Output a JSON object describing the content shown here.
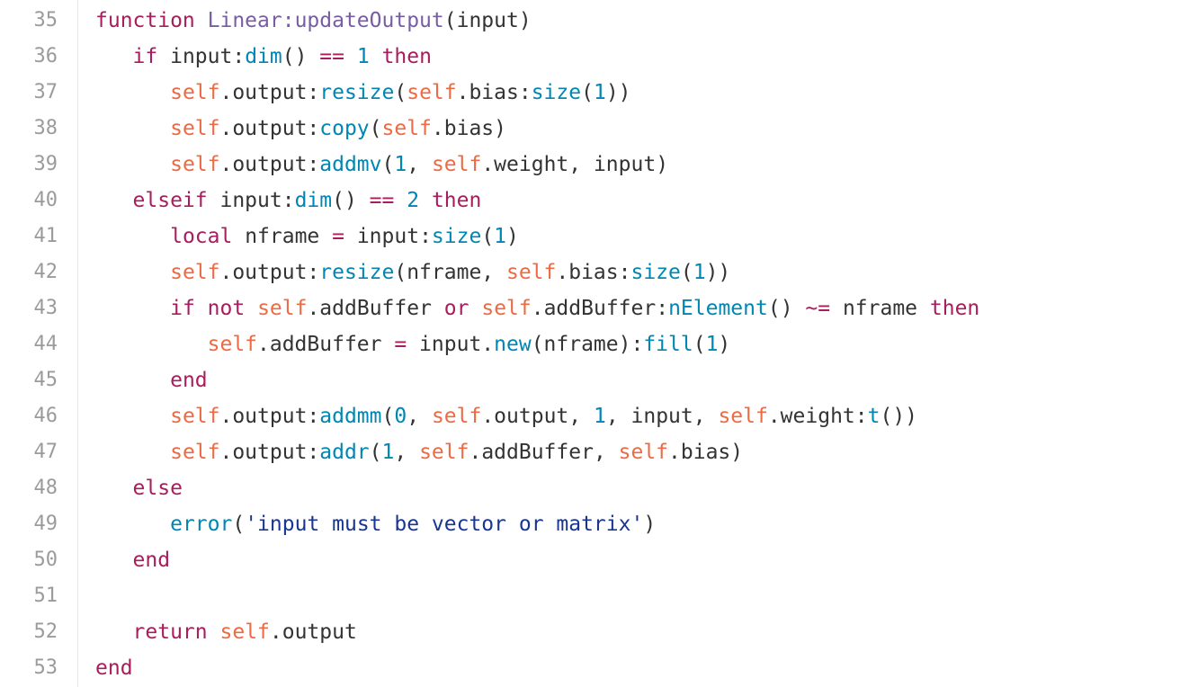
{
  "code_view": {
    "indent_unit": "   ",
    "token_colors": {
      "keyword": "#a71d5d",
      "self": "#ed6a43",
      "method": "#0086b3",
      "number": "#0086b3",
      "operator": "#a71d5d",
      "string": "#183691",
      "class": "#795da3",
      "plain": "#333333"
    },
    "lines": [
      {
        "number": "35",
        "indent": 0,
        "tokens": [
          [
            "keyword",
            "function"
          ],
          [
            "plain",
            " "
          ],
          [
            "class",
            "Linear:updateOutput"
          ],
          [
            "plain",
            "(input)"
          ]
        ]
      },
      {
        "number": "36",
        "indent": 1,
        "tokens": [
          [
            "keyword",
            "if"
          ],
          [
            "plain",
            " input:"
          ],
          [
            "method",
            "dim"
          ],
          [
            "plain",
            "() "
          ],
          [
            "operator",
            "=="
          ],
          [
            "plain",
            " "
          ],
          [
            "number",
            "1"
          ],
          [
            "plain",
            " "
          ],
          [
            "keyword",
            "then"
          ]
        ]
      },
      {
        "number": "37",
        "indent": 2,
        "tokens": [
          [
            "self",
            "self"
          ],
          [
            "plain",
            ".output:"
          ],
          [
            "method",
            "resize"
          ],
          [
            "plain",
            "("
          ],
          [
            "self",
            "self"
          ],
          [
            "plain",
            ".bias:"
          ],
          [
            "method",
            "size"
          ],
          [
            "plain",
            "("
          ],
          [
            "number",
            "1"
          ],
          [
            "plain",
            "))"
          ]
        ]
      },
      {
        "number": "38",
        "indent": 2,
        "tokens": [
          [
            "self",
            "self"
          ],
          [
            "plain",
            ".output:"
          ],
          [
            "method",
            "copy"
          ],
          [
            "plain",
            "("
          ],
          [
            "self",
            "self"
          ],
          [
            "plain",
            ".bias)"
          ]
        ]
      },
      {
        "number": "39",
        "indent": 2,
        "tokens": [
          [
            "self",
            "self"
          ],
          [
            "plain",
            ".output:"
          ],
          [
            "method",
            "addmv"
          ],
          [
            "plain",
            "("
          ],
          [
            "number",
            "1"
          ],
          [
            "plain",
            ", "
          ],
          [
            "self",
            "self"
          ],
          [
            "plain",
            ".weight, input)"
          ]
        ]
      },
      {
        "number": "40",
        "indent": 1,
        "tokens": [
          [
            "keyword",
            "elseif"
          ],
          [
            "plain",
            " input:"
          ],
          [
            "method",
            "dim"
          ],
          [
            "plain",
            "() "
          ],
          [
            "operator",
            "=="
          ],
          [
            "plain",
            " "
          ],
          [
            "number",
            "2"
          ],
          [
            "plain",
            " "
          ],
          [
            "keyword",
            "then"
          ]
        ]
      },
      {
        "number": "41",
        "indent": 2,
        "tokens": [
          [
            "keyword",
            "local"
          ],
          [
            "plain",
            " nframe "
          ],
          [
            "operator",
            "="
          ],
          [
            "plain",
            " input:"
          ],
          [
            "method",
            "size"
          ],
          [
            "plain",
            "("
          ],
          [
            "number",
            "1"
          ],
          [
            "plain",
            ")"
          ]
        ]
      },
      {
        "number": "42",
        "indent": 2,
        "tokens": [
          [
            "self",
            "self"
          ],
          [
            "plain",
            ".output:"
          ],
          [
            "method",
            "resize"
          ],
          [
            "plain",
            "(nframe, "
          ],
          [
            "self",
            "self"
          ],
          [
            "plain",
            ".bias:"
          ],
          [
            "method",
            "size"
          ],
          [
            "plain",
            "("
          ],
          [
            "number",
            "1"
          ],
          [
            "plain",
            "))"
          ]
        ]
      },
      {
        "number": "43",
        "indent": 2,
        "tokens": [
          [
            "keyword",
            "if"
          ],
          [
            "plain",
            " "
          ],
          [
            "keyword",
            "not"
          ],
          [
            "plain",
            " "
          ],
          [
            "self",
            "self"
          ],
          [
            "plain",
            ".addBuffer "
          ],
          [
            "keyword",
            "or"
          ],
          [
            "plain",
            " "
          ],
          [
            "self",
            "self"
          ],
          [
            "plain",
            ".addBuffer:"
          ],
          [
            "method",
            "nElement"
          ],
          [
            "plain",
            "() "
          ],
          [
            "operator",
            "~="
          ],
          [
            "plain",
            " nframe "
          ],
          [
            "keyword",
            "then"
          ]
        ]
      },
      {
        "number": "44",
        "indent": 3,
        "tokens": [
          [
            "self",
            "self"
          ],
          [
            "plain",
            ".addBuffer "
          ],
          [
            "operator",
            "="
          ],
          [
            "plain",
            " input."
          ],
          [
            "method",
            "new"
          ],
          [
            "plain",
            "(nframe):"
          ],
          [
            "method",
            "fill"
          ],
          [
            "plain",
            "("
          ],
          [
            "number",
            "1"
          ],
          [
            "plain",
            ")"
          ]
        ]
      },
      {
        "number": "45",
        "indent": 2,
        "tokens": [
          [
            "keyword",
            "end"
          ]
        ]
      },
      {
        "number": "46",
        "indent": 2,
        "tokens": [
          [
            "self",
            "self"
          ],
          [
            "plain",
            ".output:"
          ],
          [
            "method",
            "addmm"
          ],
          [
            "plain",
            "("
          ],
          [
            "number",
            "0"
          ],
          [
            "plain",
            ", "
          ],
          [
            "self",
            "self"
          ],
          [
            "plain",
            ".output, "
          ],
          [
            "number",
            "1"
          ],
          [
            "plain",
            ", input, "
          ],
          [
            "self",
            "self"
          ],
          [
            "plain",
            ".weight:"
          ],
          [
            "method",
            "t"
          ],
          [
            "plain",
            "())"
          ]
        ]
      },
      {
        "number": "47",
        "indent": 2,
        "tokens": [
          [
            "self",
            "self"
          ],
          [
            "plain",
            ".output:"
          ],
          [
            "method",
            "addr"
          ],
          [
            "plain",
            "("
          ],
          [
            "number",
            "1"
          ],
          [
            "plain",
            ", "
          ],
          [
            "self",
            "self"
          ],
          [
            "plain",
            ".addBuffer, "
          ],
          [
            "self",
            "self"
          ],
          [
            "plain",
            ".bias)"
          ]
        ]
      },
      {
        "number": "48",
        "indent": 1,
        "tokens": [
          [
            "keyword",
            "else"
          ]
        ]
      },
      {
        "number": "49",
        "indent": 2,
        "tokens": [
          [
            "method",
            "error"
          ],
          [
            "plain",
            "("
          ],
          [
            "string",
            "'input must be vector or matrix'"
          ],
          [
            "plain",
            ")"
          ]
        ]
      },
      {
        "number": "50",
        "indent": 1,
        "tokens": [
          [
            "keyword",
            "end"
          ]
        ]
      },
      {
        "number": "51",
        "indent": 0,
        "tokens": []
      },
      {
        "number": "52",
        "indent": 1,
        "tokens": [
          [
            "keyword",
            "return"
          ],
          [
            "plain",
            " "
          ],
          [
            "self",
            "self"
          ],
          [
            "plain",
            ".output"
          ]
        ]
      },
      {
        "number": "53",
        "indent": 0,
        "tokens": [
          [
            "keyword",
            "end"
          ]
        ]
      }
    ]
  }
}
